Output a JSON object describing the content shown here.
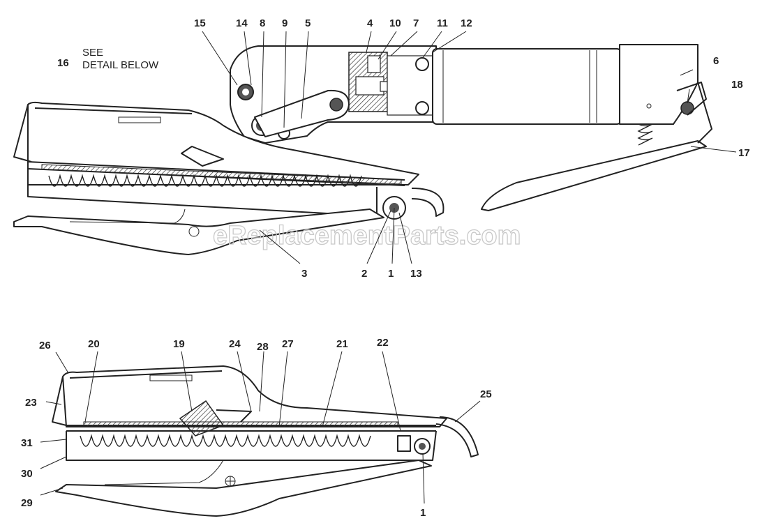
{
  "note": {
    "line1": "SEE",
    "line2": "DETAIL BELOW"
  },
  "watermark": "eReplacementParts.com",
  "upper_labels": [
    "1",
    "2",
    "3",
    "4",
    "5",
    "6",
    "7",
    "8",
    "9",
    "10",
    "11",
    "12",
    "13",
    "14",
    "15",
    "16",
    "17",
    "18"
  ],
  "detail_labels": [
    "19",
    "20",
    "21",
    "22",
    "23",
    "24",
    "25",
    "26",
    "27",
    "28",
    "29",
    "30",
    "31",
    "1"
  ]
}
